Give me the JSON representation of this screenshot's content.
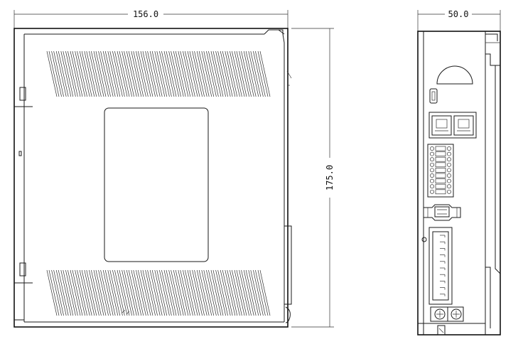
{
  "dimensions": {
    "side_width": "156.0",
    "height": "175.0",
    "front_width": "50.0"
  },
  "colors": {
    "line": "#1a1a1a",
    "background": "#ffffff"
  },
  "icons": [
    "screw-terminal-icon",
    "rj45-port-icon",
    "usb-port-icon"
  ]
}
